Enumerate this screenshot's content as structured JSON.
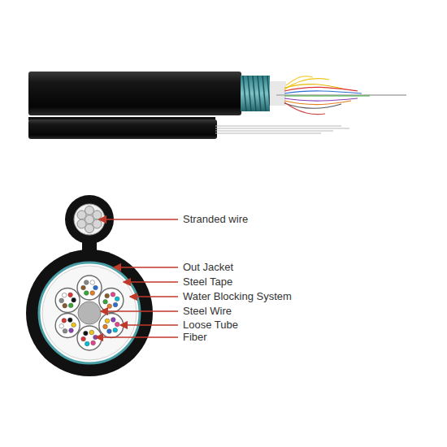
{
  "diagram": {
    "labels": [
      "Stranded wire",
      "Out Jacket",
      "Steel Tape",
      "Water Blocking System",
      "Steel Wire",
      "Loose Tube",
      "Fiber"
    ]
  }
}
